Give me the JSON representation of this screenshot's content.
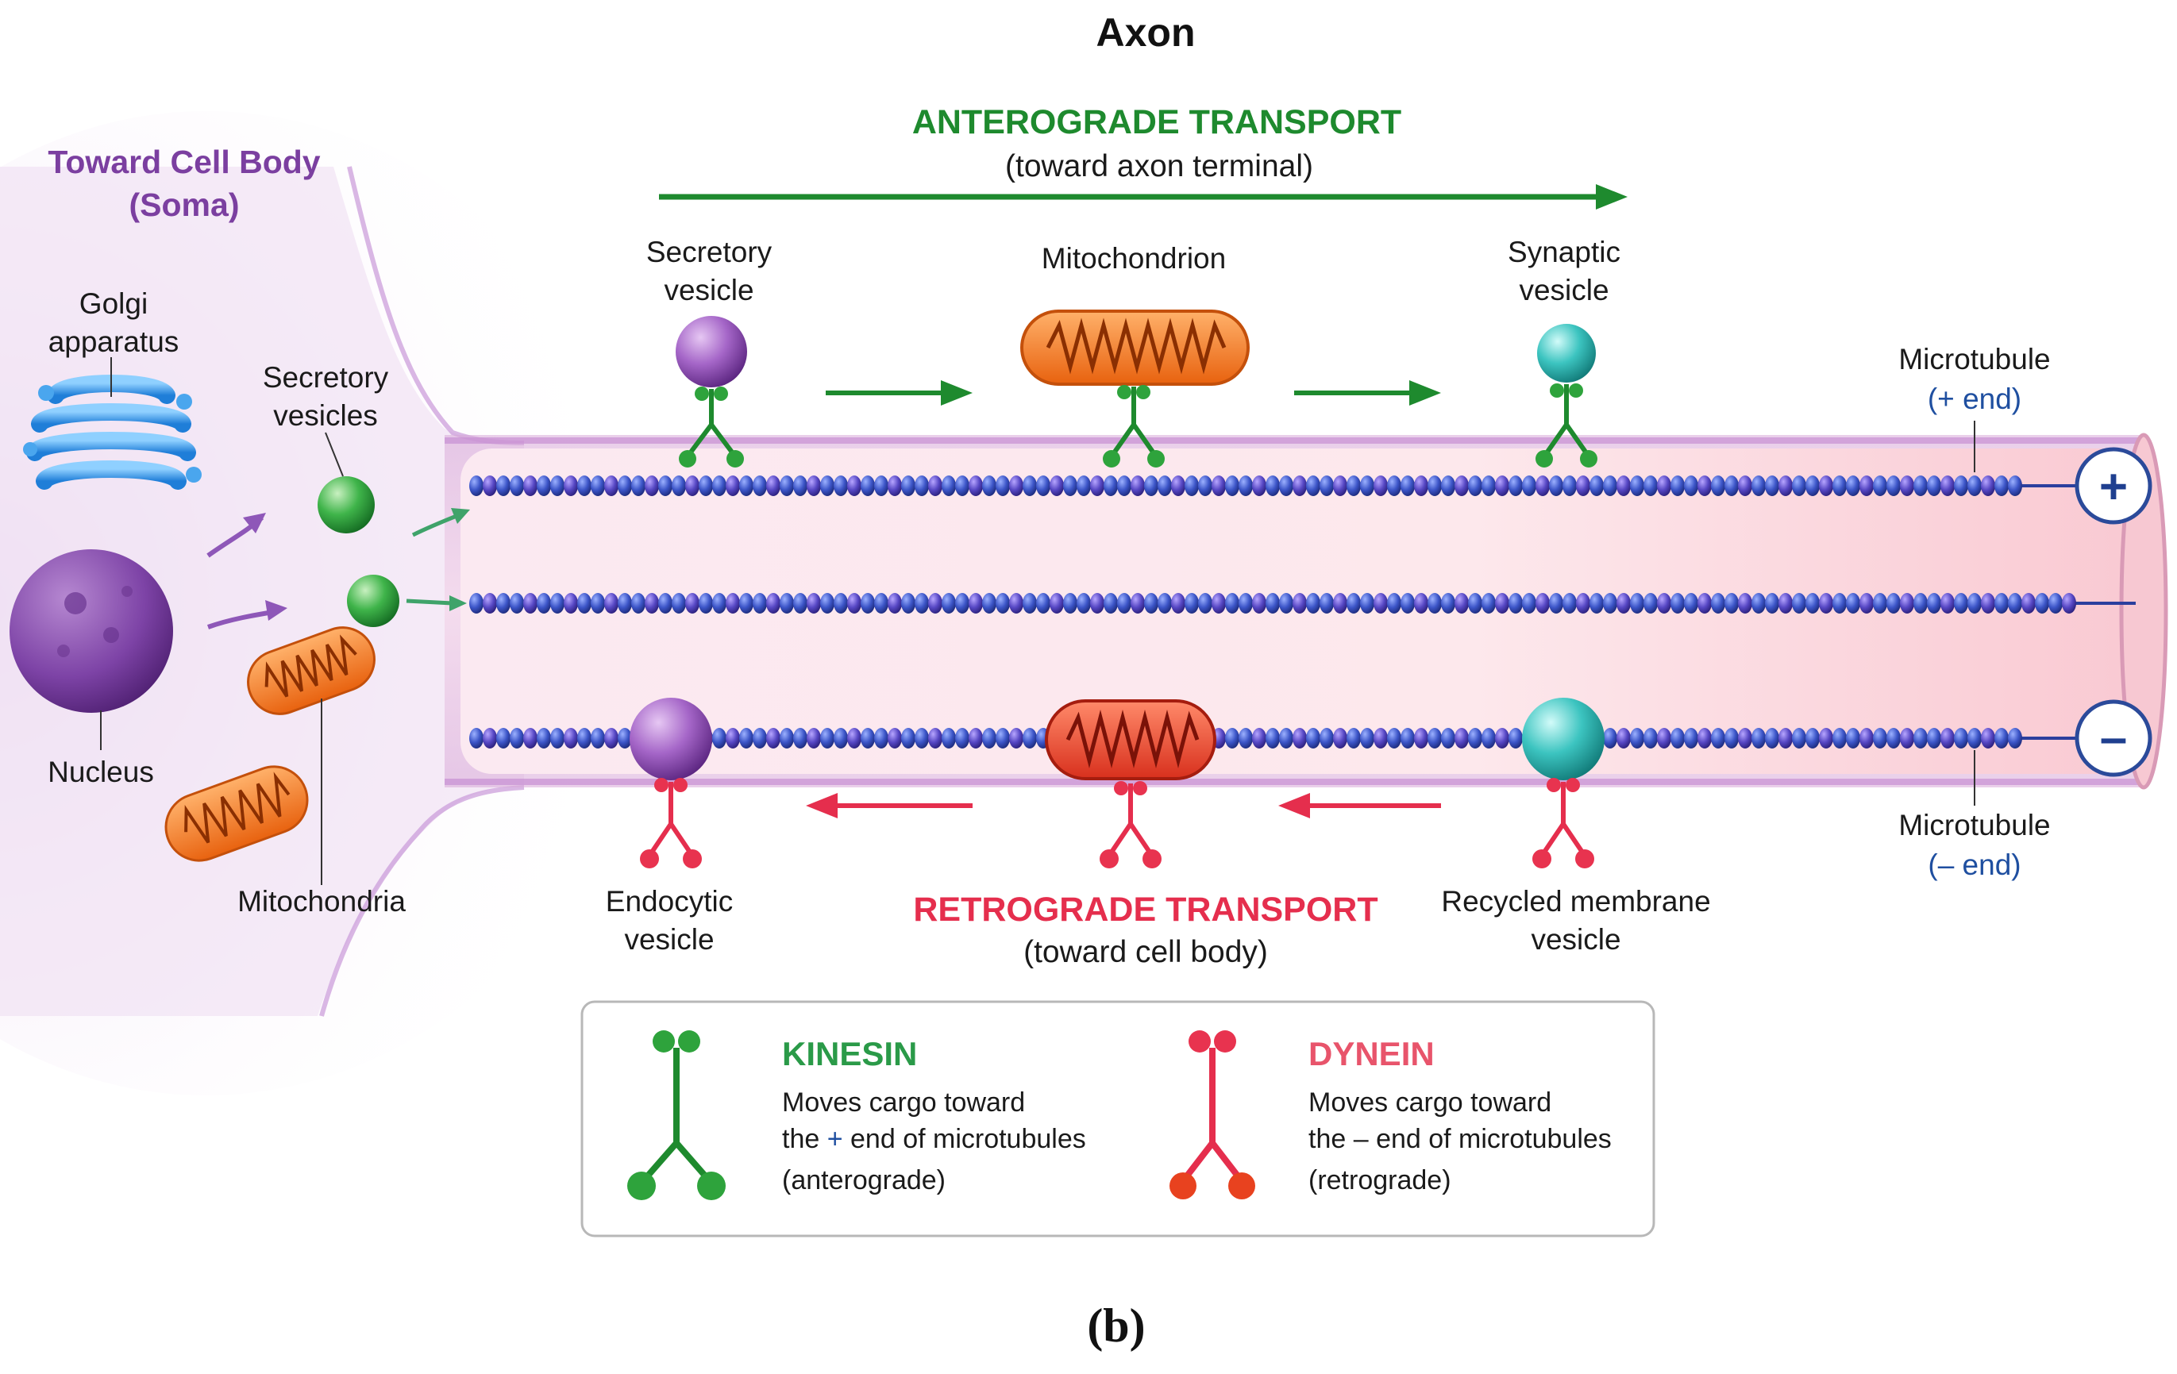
{
  "title": "Axon",
  "panel_label": "(b)",
  "colors": {
    "anterograde": "#1e8a2e",
    "retrograde": "#e52e4d",
    "soma": "#7b3fa0",
    "microtubule": "#2f48b8",
    "label": "#1a1a1a",
    "end_label": "#1f4fa0"
  },
  "soma": {
    "title_line1": "Toward Cell Body",
    "title_line2": "(Soma)",
    "golgi_line1": "Golgi",
    "golgi_line2": "apparatus",
    "secretory_line1": "Secretory",
    "secretory_line2": "vesicles",
    "nucleus": "Nucleus",
    "mitochondria": "Mitochondria"
  },
  "anterograde": {
    "heading": "ANTEROGRADE TRANSPORT",
    "subheading": "(toward axon terminal)"
  },
  "retrograde": {
    "heading": "RETROGRADE TRANSPORT",
    "subheading": "(toward cell body)"
  },
  "cargo_top": {
    "secretory_line1": "Secretory",
    "secretory_line2": "vesicle",
    "mitochondrion": "Mitochondrion",
    "synaptic_line1": "Synaptic",
    "synaptic_line2": "vesicle"
  },
  "cargo_bottom": {
    "endocytic_line1": "Endocytic",
    "endocytic_line2": "vesicle",
    "recycled_line1": "Recycled membrane",
    "recycled_line2": "vesicle"
  },
  "microtubule_plus": {
    "line1": "Microtubule",
    "line2": "(+ end)",
    "symbol": "+"
  },
  "microtubule_minus": {
    "line1": "Microtubule",
    "line2": "(– end)",
    "symbol": "–"
  },
  "legend": {
    "kinesin": {
      "title": "KINESIN",
      "line1": "Moves cargo toward",
      "line2_pre": "the ",
      "line2_sym": "+",
      "line2_post": " end of microtubules",
      "line3": "(anterograde)"
    },
    "dynein": {
      "title": "DYNEIN",
      "line1": "Moves cargo toward",
      "line2": "the – end of microtubules",
      "line3": "(retrograde)"
    }
  }
}
